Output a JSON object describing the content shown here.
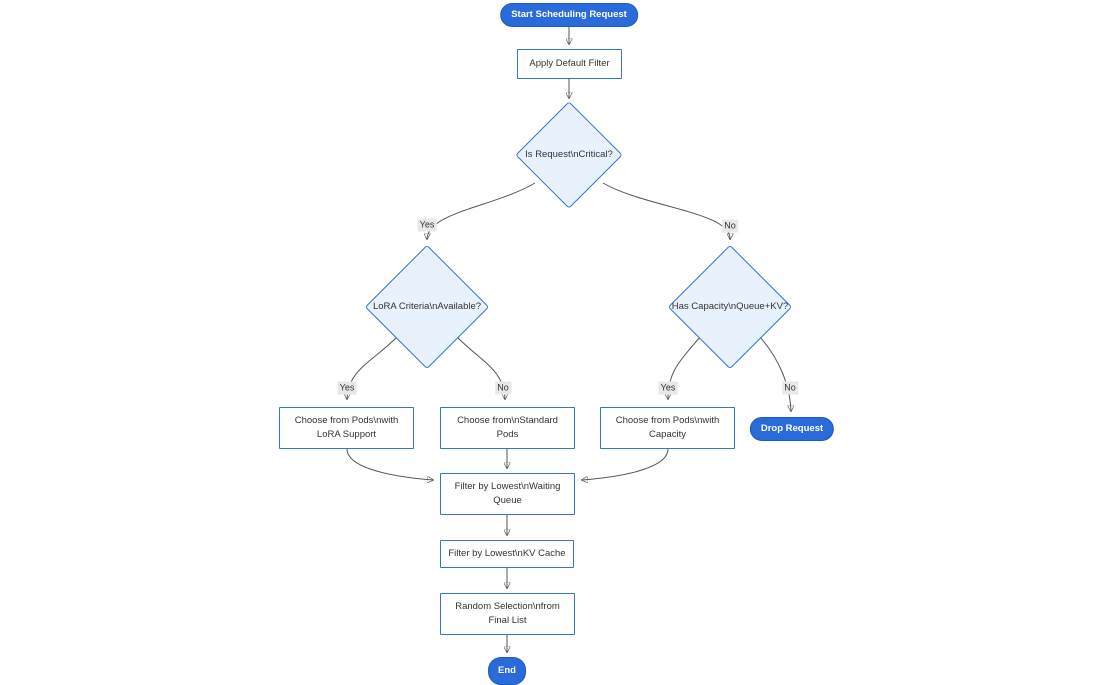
{
  "diagram": {
    "type": "flowchart",
    "nodes": {
      "start": {
        "shape": "pill",
        "lines": [
          "Start Scheduling Request"
        ]
      },
      "apply_default_filter": {
        "shape": "rect",
        "lines": [
          "Apply Default Filter"
        ]
      },
      "is_request_critical": {
        "shape": "diamond",
        "lines": [
          "Is Request\\nCritical?"
        ]
      },
      "lora_criteria_available": {
        "shape": "diamond",
        "lines": [
          "LoRA Criteria\\nAvailable?"
        ]
      },
      "has_capacity_queue_kv": {
        "shape": "diamond",
        "lines": [
          "Has Capacity\\nQueue+KV?"
        ]
      },
      "choose_pods_lora": {
        "shape": "rect",
        "lines": [
          "Choose from Pods\\nwith",
          "LoRA Support"
        ]
      },
      "choose_standard_pods": {
        "shape": "rect",
        "lines": [
          "Choose from\\nStandard",
          "Pods"
        ]
      },
      "choose_pods_capacity": {
        "shape": "rect",
        "lines": [
          "Choose from Pods\\nwith",
          "Capacity"
        ]
      },
      "drop_request": {
        "shape": "pill",
        "lines": [
          "Drop Request"
        ]
      },
      "filter_waiting_queue": {
        "shape": "rect",
        "lines": [
          "Filter by Lowest\\nWaiting",
          "Queue"
        ]
      },
      "filter_kv_cache": {
        "shape": "rect",
        "lines": [
          "Filter by Lowest\\nKV Cache"
        ]
      },
      "random_selection": {
        "shape": "rect",
        "lines": [
          "Random Selection\\nfrom",
          "Final List"
        ]
      },
      "end": {
        "shape": "pill",
        "lines": [
          "End"
        ]
      }
    },
    "edge_labels": {
      "critical_yes": "Yes",
      "critical_no": "No",
      "lora_yes": "Yes",
      "lora_no": "No",
      "capacity_yes": "Yes",
      "capacity_no": "No"
    }
  },
  "colors": {
    "node_border": "#3572d8",
    "node_fill": "#ffffff",
    "decision_fill": "#e8f2fd",
    "terminal_fill": "#2a6bdb",
    "terminal_text": "#ffffff",
    "text": "#333333",
    "edge": "#555555",
    "edge_label_bg": "#e8e8e8"
  }
}
